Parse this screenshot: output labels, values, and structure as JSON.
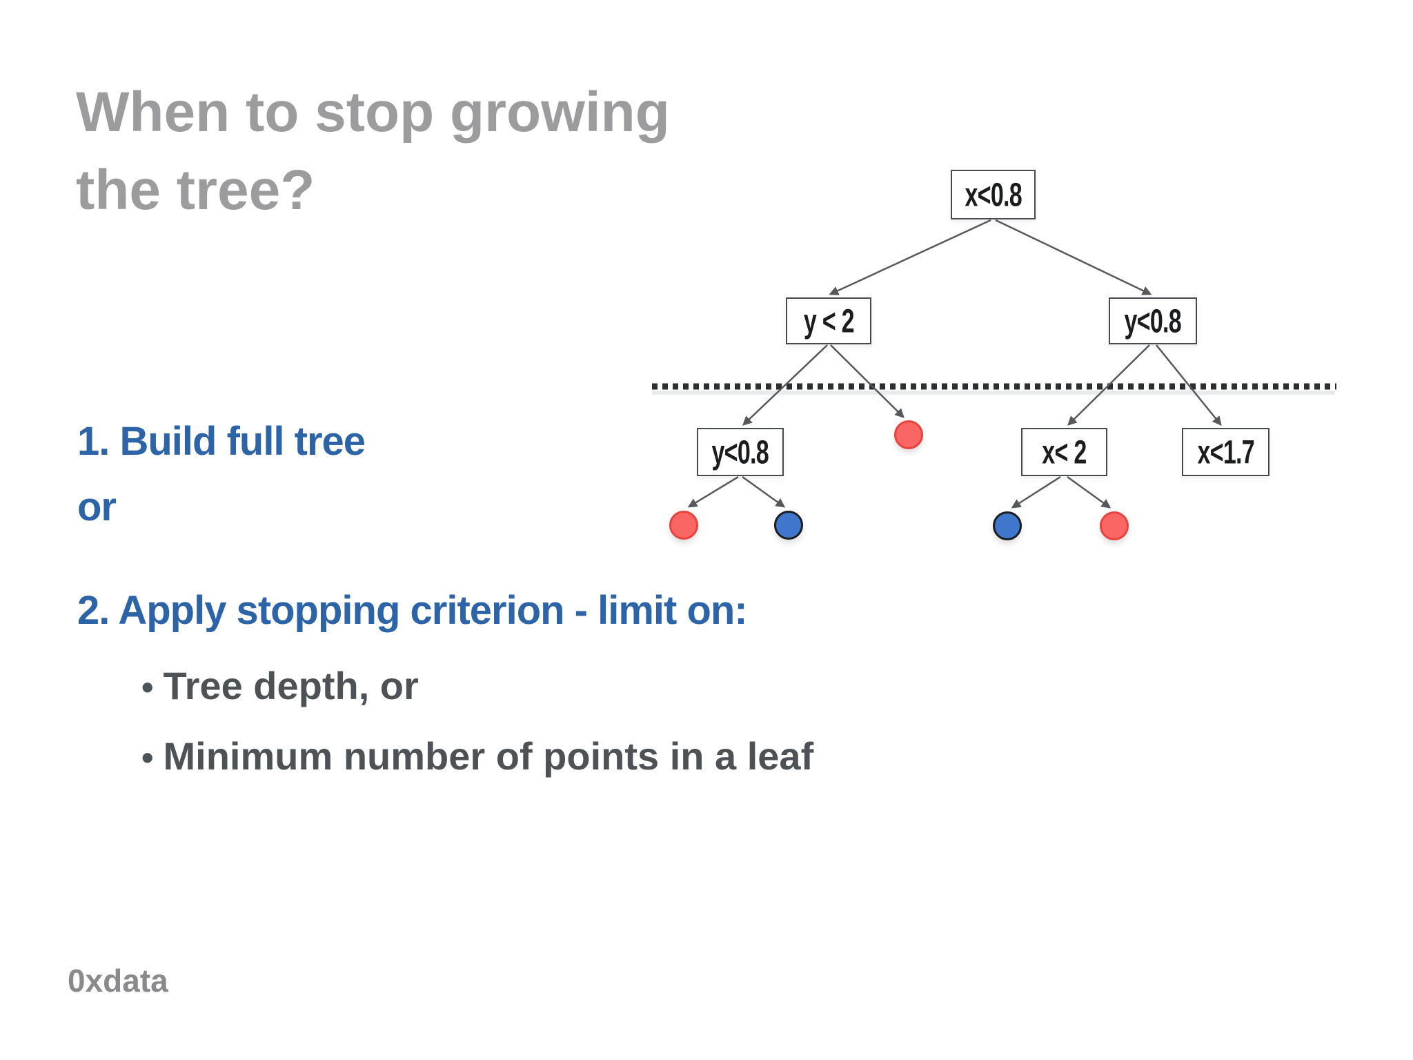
{
  "slide": {
    "title_line1": "When to stop growing",
    "title_line2": "the tree?",
    "list": {
      "item1": "1. Build full tree",
      "conjunction": "or",
      "item2": "2. Apply stopping criterion - limit on:",
      "bullet_char": "•",
      "bullets": [
        "Tree depth, or",
        "Minimum number of points in a leaf"
      ]
    },
    "logo": "0xdata"
  },
  "tree": {
    "nodes": {
      "root": {
        "label": "x<0.8"
      },
      "level2_left": {
        "label": "y < 2"
      },
      "level2_right": {
        "label": "y<0.8"
      },
      "level3_left": {
        "label": "y<0.8"
      },
      "level3_mid": {
        "label": "x< 2"
      },
      "level3_right": {
        "label": "x<1.7"
      }
    },
    "leaves": {
      "level3_under_y2": "red",
      "level4_under_y08_left": "red",
      "level4_under_y08_right": "blue",
      "level4_under_x2_left": "blue",
      "level4_under_x2_right": "red"
    }
  },
  "colors": {
    "title_gray": "#9c9c9e",
    "accent_blue": "#2d63a7",
    "body_gray": "#4d5257",
    "logo_gray": "#8a8a8d",
    "node_border": "#46494d",
    "edge_gray": "#55585c",
    "leaf_red": "#fa6663",
    "leaf_red_border": "#e8423e",
    "leaf_blue": "#4076cc",
    "leaf_blue_border": "#1c1d20",
    "cutoff_line": "#2c2e30"
  }
}
